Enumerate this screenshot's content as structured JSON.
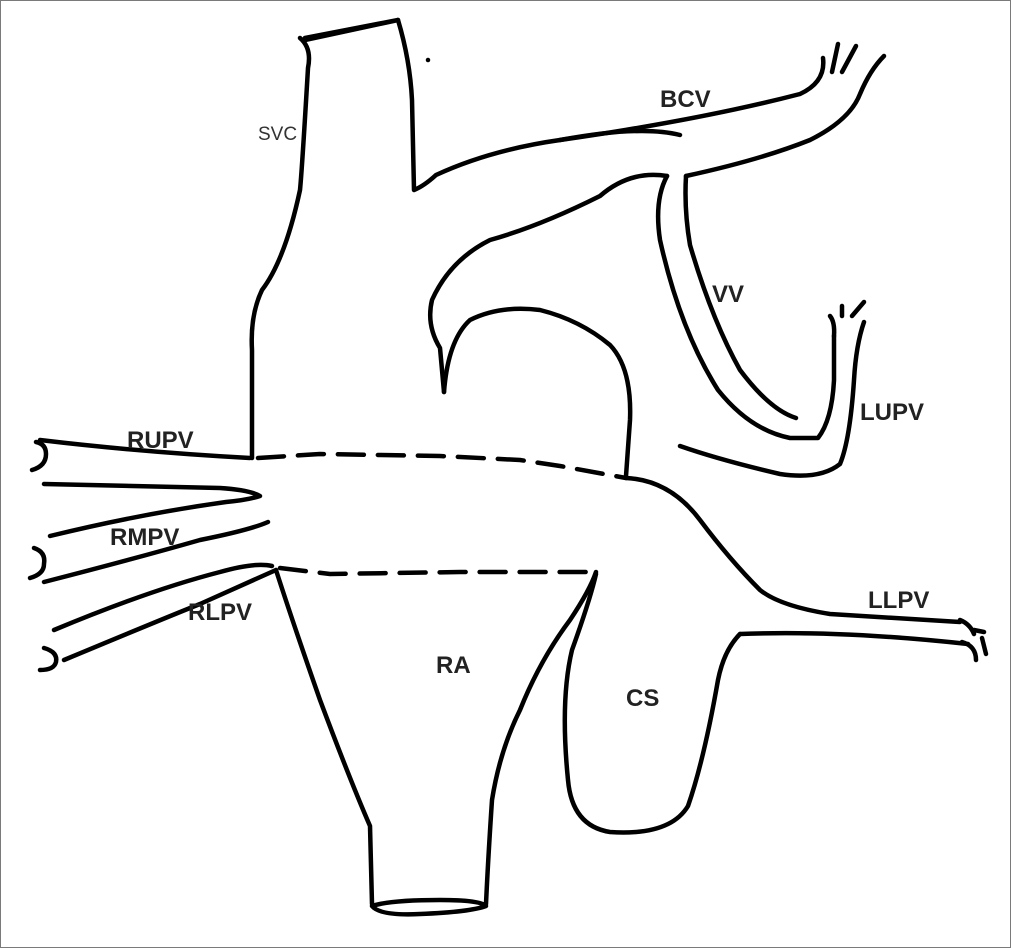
{
  "labels": {
    "svc": "SVC",
    "bcv": "BCV",
    "vv": "VV",
    "lupv": "LUPV",
    "rupv": "RUPV",
    "rmpv": "RMPV",
    "rlpv": "RLPV",
    "llpv": "LLPV",
    "ra": "RA",
    "cs": "CS"
  }
}
